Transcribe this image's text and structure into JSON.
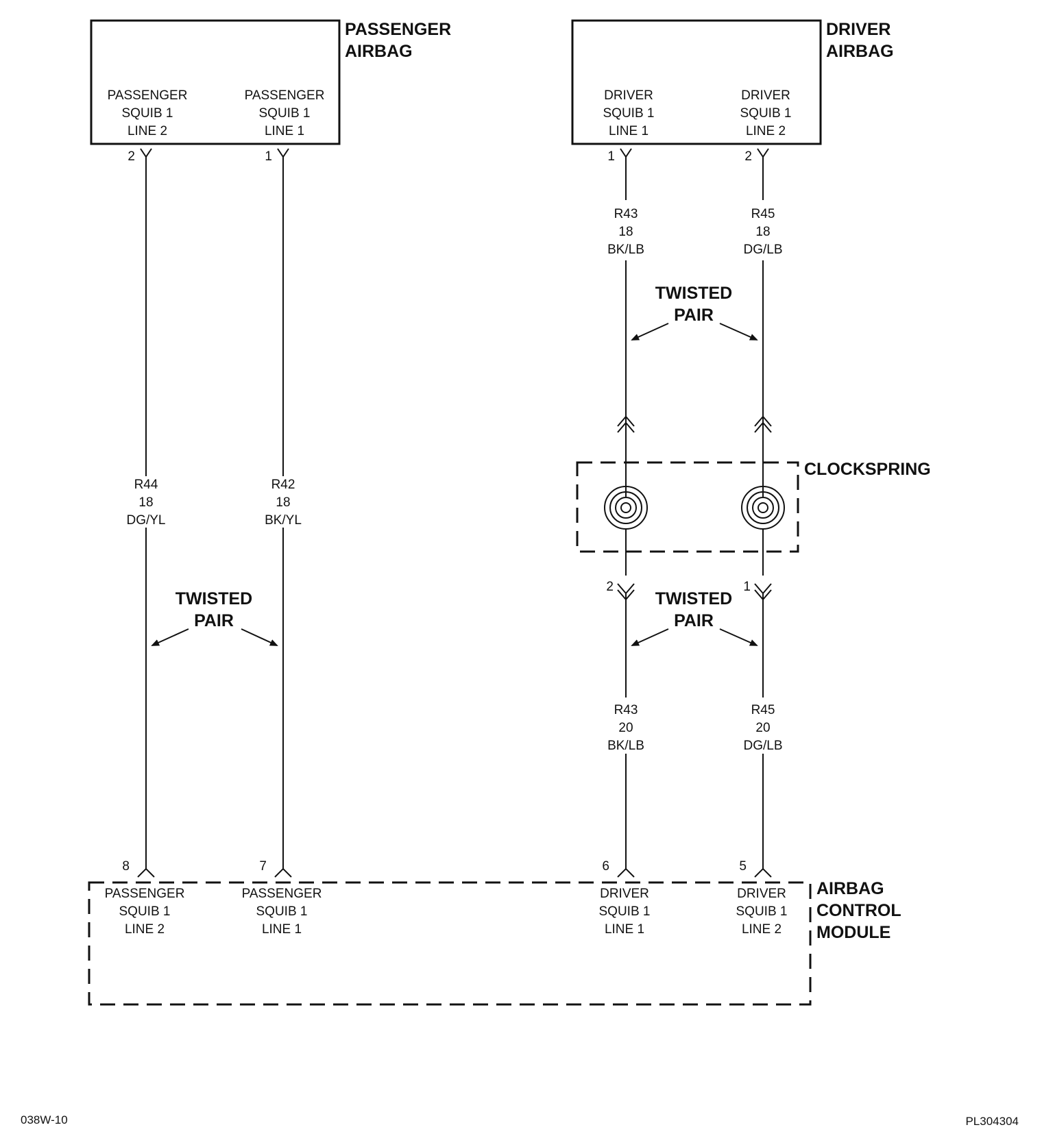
{
  "components": {
    "passenger_airbag": {
      "title": [
        "PASSENGER",
        "AIRBAG"
      ],
      "pins": [
        {
          "pin": "2",
          "label": [
            "PASSENGER",
            "SQUIB 1",
            "LINE 2"
          ]
        },
        {
          "pin": "1",
          "label": [
            "PASSENGER",
            "SQUIB 1",
            "LINE 1"
          ]
        }
      ]
    },
    "driver_airbag": {
      "title": [
        "DRIVER",
        "AIRBAG"
      ],
      "pins": [
        {
          "pin": "1",
          "label": [
            "DRIVER",
            "SQUIB 1",
            "LINE 1"
          ]
        },
        {
          "pin": "2",
          "label": [
            "DRIVER",
            "SQUIB 1",
            "LINE 2"
          ]
        }
      ]
    },
    "clockspring": {
      "title": "CLOCKSPRING",
      "out_pins": [
        "2",
        "1"
      ]
    },
    "airbag_control_module": {
      "title": [
        "AIRBAG",
        "CONTROL",
        "MODULE"
      ],
      "pins": [
        {
          "pin": "8",
          "label": [
            "PASSENGER",
            "SQUIB 1",
            "LINE 2"
          ]
        },
        {
          "pin": "7",
          "label": [
            "PASSENGER",
            "SQUIB 1",
            "LINE 1"
          ]
        },
        {
          "pin": "6",
          "label": [
            "DRIVER",
            "SQUIB 1",
            "LINE 1"
          ]
        },
        {
          "pin": "5",
          "label": [
            "DRIVER",
            "SQUIB 1",
            "LINE 2"
          ]
        }
      ]
    }
  },
  "wires": [
    {
      "id": "R44",
      "gauge": "18",
      "color": "DG/YL"
    },
    {
      "id": "R42",
      "gauge": "18",
      "color": "BK/YL"
    },
    {
      "id": "R43",
      "gauge": "18",
      "color": "BK/LB"
    },
    {
      "id": "R45",
      "gauge": "18",
      "color": "DG/LB"
    },
    {
      "id": "R43",
      "gauge": "20",
      "color": "BK/LB"
    },
    {
      "id": "R45",
      "gauge": "20",
      "color": "DG/LB"
    }
  ],
  "annotations": {
    "twisted_pair": [
      "TWISTED",
      "PAIR"
    ]
  },
  "footer": {
    "left": "038W-10",
    "right": "PL304304"
  }
}
